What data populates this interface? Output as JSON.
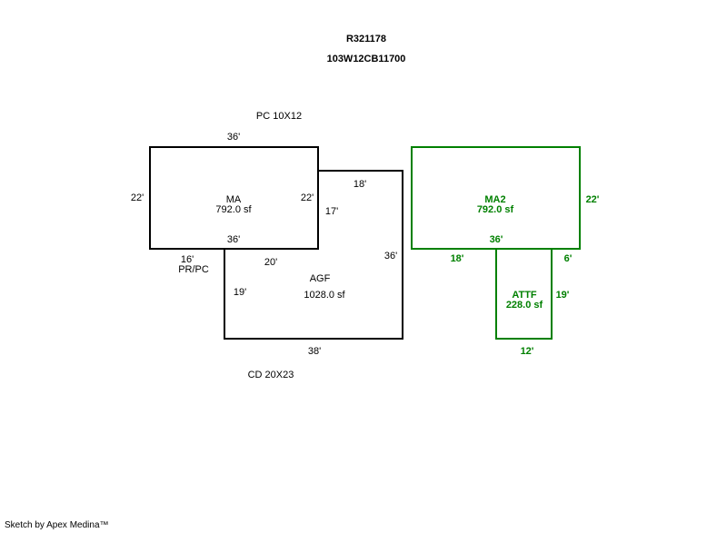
{
  "header": {
    "id": "R321178",
    "parcel": "103W12CB11700"
  },
  "colors": {
    "primary": "#000000",
    "secondary": "#008000"
  },
  "annotations": {
    "top": "PC 10X12",
    "bottom": "CD 20X23",
    "pr_pc": "PR/PC"
  },
  "areas": {
    "ma": {
      "name": "MA",
      "sf": "792.0 sf",
      "top": "36'",
      "left": "22'",
      "right": "22'",
      "bottom": "36'"
    },
    "agf": {
      "name": "AGF",
      "sf": "1028.0 sf",
      "top": "18'",
      "left_upper": "17'",
      "right": "36'",
      "bottom": "38'",
      "left": "19'",
      "step": "20'",
      "ledge": "16'"
    },
    "ma2": {
      "name": "MA2",
      "sf": "792.0 sf",
      "right": "22'",
      "bottom": "36'",
      "bottom_left": "18'",
      "bottom_right": "6'"
    },
    "attf": {
      "name": "ATTF",
      "sf": "228.0 sf",
      "right": "19'",
      "bottom": "12'"
    }
  },
  "footer": "Sketch by Apex Medina™"
}
